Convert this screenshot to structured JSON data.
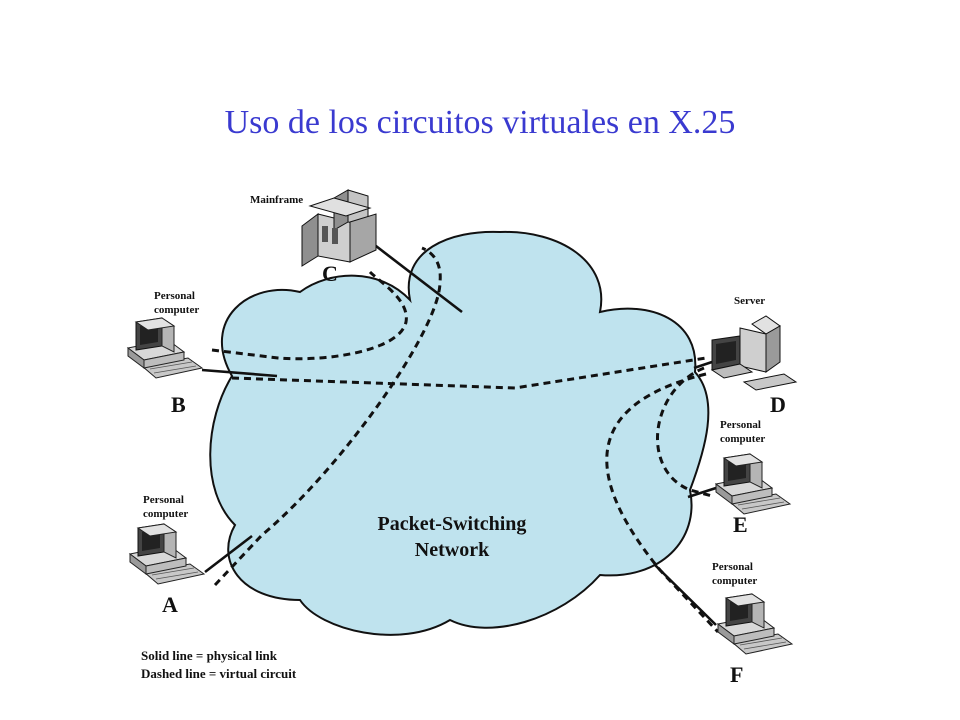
{
  "title": "Uso de los circuitos virtuales en X.25",
  "network_label_line1": "Packet-Switching",
  "network_label_line2": "Network",
  "nodes": {
    "C": {
      "letter": "C",
      "device": "Mainframe"
    },
    "B": {
      "letter": "B",
      "device_line1": "Personal",
      "device_line2": "computer"
    },
    "A": {
      "letter": "A",
      "device_line1": "Personal",
      "device_line2": "computer"
    },
    "D": {
      "letter": "D",
      "device": "Server"
    },
    "E": {
      "letter": "E",
      "device_line1": "Personal",
      "device_line2": "computer"
    },
    "F": {
      "letter": "F",
      "device_line1": "Personal",
      "device_line2": "computer"
    }
  },
  "legend": {
    "solid": "Solid line = physical link",
    "dashed": "Dashed line = virtual circuit"
  },
  "colors": {
    "title": "#3a3ad0",
    "cloud_fill": "#bfe3ee",
    "cloud_stroke": "#111111"
  }
}
